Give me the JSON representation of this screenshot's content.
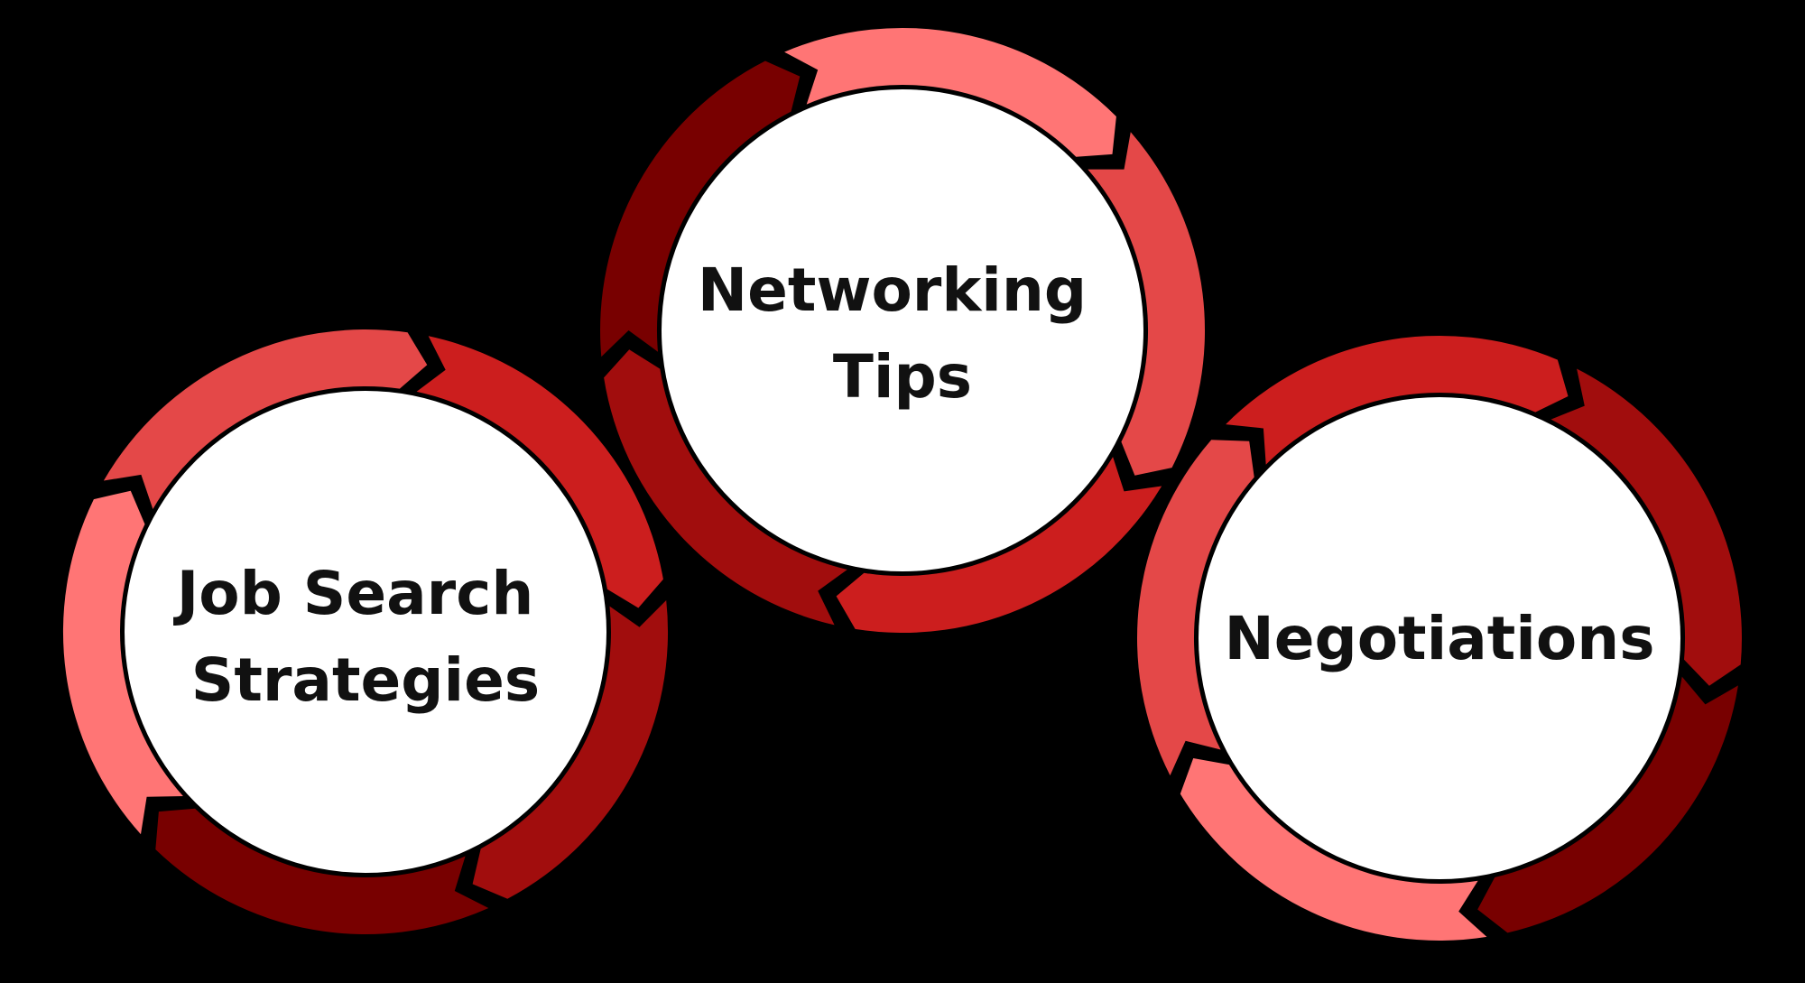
{
  "diagram": {
    "background_color": "#000000",
    "node_fill": "#ffffff",
    "text_color": "#111111",
    "palette": {
      "lightest": "#ff7575",
      "light": "#e44848",
      "mid": "#cc1e1e",
      "dark": "#a10d0d",
      "darkest": "#780000"
    },
    "nodes": [
      {
        "id": "job-search",
        "lines": [
          "Job Search",
          "Strategies"
        ],
        "segment_tones": [
          "mid",
          "dark",
          "darkest",
          "lightest",
          "light"
        ]
      },
      {
        "id": "networking",
        "lines": [
          "Networking",
          "Tips"
        ],
        "segment_tones": [
          "lightest",
          "light",
          "mid",
          "dark",
          "darkest"
        ]
      },
      {
        "id": "negotiations",
        "lines": [
          "Negotiations"
        ],
        "segment_tones": [
          "dark",
          "darkest",
          "lightest",
          "light",
          "mid"
        ]
      }
    ]
  }
}
